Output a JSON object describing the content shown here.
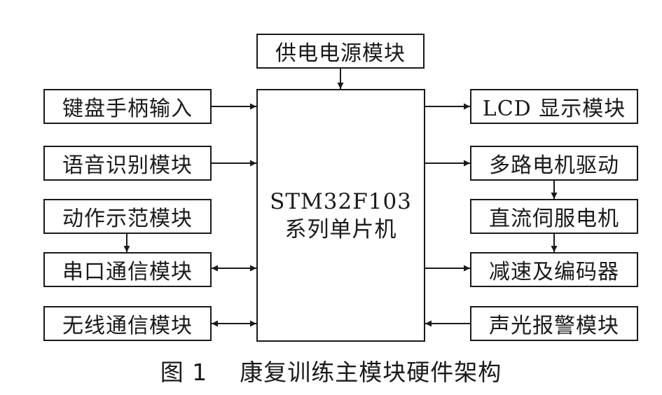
{
  "mcu": {
    "line1": "STM32F103",
    "line2": "系列单片机"
  },
  "top": {
    "power": "供电电源模块"
  },
  "left": {
    "keyboard": "键盘手柄输入",
    "voice": "语音识别模块",
    "action": "动作示范模块",
    "serial": "串口通信模块",
    "wireless": "无线通信模块"
  },
  "right": {
    "lcd": "LCD 显示模块",
    "motor_drive": "多路电机驱动",
    "dc_servo": "直流伺服电机",
    "encoder": "减速及编码器",
    "alarm": "声光报警模块"
  },
  "caption": {
    "label": "图 1",
    "title": "康复训练主模块硬件架构"
  }
}
